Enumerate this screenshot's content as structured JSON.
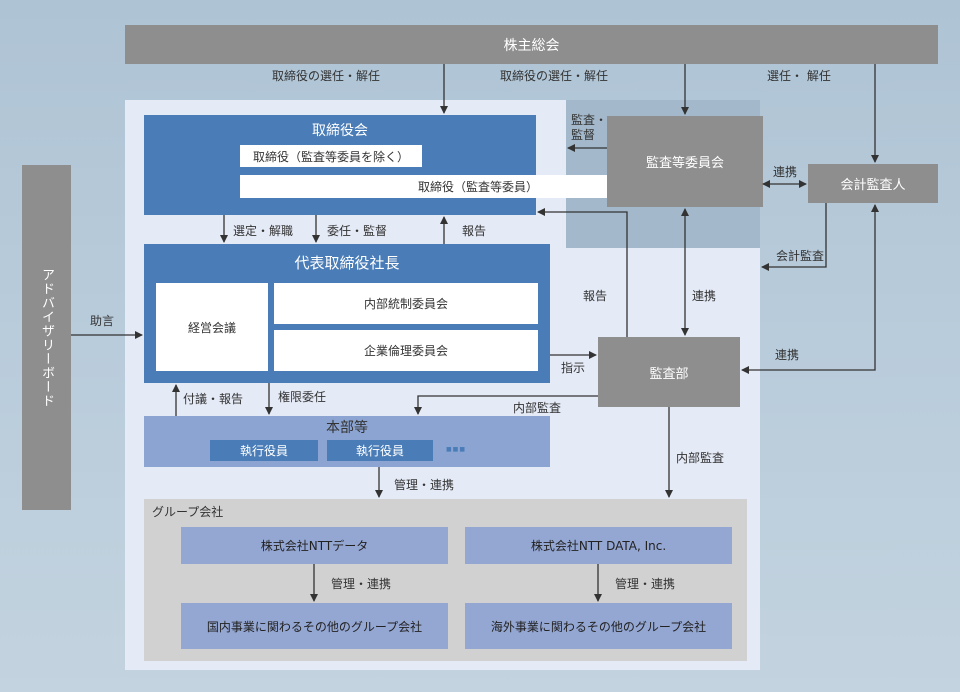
{
  "shareholders": "株主総会",
  "board": {
    "title": "取締役会",
    "directors_excl": "取締役（監査等委員を除く）",
    "directors_audit": "取締役（監査等委員）"
  },
  "president": {
    "title": "代表取締役社長",
    "management_meeting": "経営会議",
    "internal_control_committee": "内部統制委員会",
    "ethics_committee": "企業倫理委員会"
  },
  "audit_committee": "監査等委員会",
  "accounting_auditor": "会計監査人",
  "audit_dept": "監査部",
  "advisory_board": "アドバイザリーボード",
  "hq": {
    "title": "本部等",
    "exec1": "執行役員",
    "exec2": "執行役員",
    "more": "■■■"
  },
  "group": {
    "title": "グループ会社",
    "company_jp": "株式会社NTTデータ",
    "company_inc": "株式会社NTT DATA, Inc.",
    "domestic": "国内事業に関わるその他のグループ会社",
    "overseas": "海外事業に関わるその他のグループ会社"
  },
  "labels": {
    "elect1": "取締役の選任・解任",
    "elect2": "取締役の選任・解任",
    "elect3": "選任・ 解任",
    "audit_supervise": "監査・\n監督",
    "coop_auditor": "連携",
    "accounting_audit": "会計監査",
    "select_dismiss": "選定・解職",
    "delegate_supervise": "委任・監督",
    "report_board": "報告",
    "report_audit": "報告",
    "coop_audit_dept": "連携",
    "coop_right": "連携",
    "advice": "助言",
    "instruction": "指示",
    "internal_audit_hq": "内部監査",
    "internal_audit_group": "内部監査",
    "discuss_report": "付議・報告",
    "delegation": "権限委任",
    "manage_coop_hq": "管理・連携",
    "manage_coop_jp": "管理・連携",
    "manage_coop_inc": "管理・連携"
  },
  "colors": {
    "gray": "#8e8e8e",
    "blue": "#4a7db8",
    "panel": "#e4eaf6",
    "mid_blue": "#8ca4d2",
    "group_area": "#d1d1d1"
  }
}
